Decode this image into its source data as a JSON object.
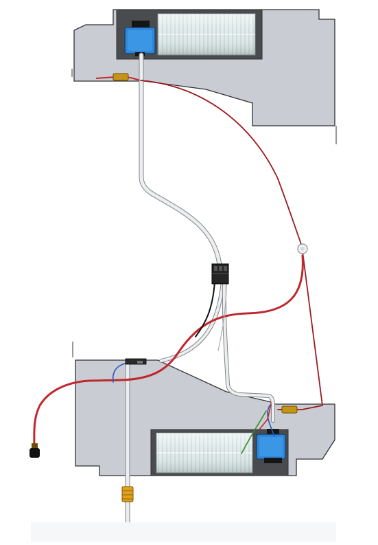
{
  "colors": {
    "housing": "#c9ccd2",
    "housing_stroke": "#2f3033",
    "motor_cavity": "#4a4b4e",
    "blower": "#d9e6e6",
    "motor": "#2f86d6",
    "wire_red": "#c0272d",
    "wire_dark_red": "#9b1b1f",
    "wire_black": "#111111",
    "wire_blue": "#2a55c4",
    "wire_green": "#2e8b2e",
    "tube": "#e9ebee",
    "fuse": "#c69417",
    "connector": "#252525",
    "terminal": "#c98a10"
  },
  "components": [
    {
      "name": "upper-fan-assembly",
      "icon": "blower-fan-icon"
    },
    {
      "name": "lower-fan-assembly",
      "icon": "blower-fan-icon"
    },
    {
      "name": "inline-connector",
      "icon": "connector-icon"
    },
    {
      "name": "thermal-fuse",
      "icon": "fuse-icon"
    },
    {
      "name": "power-lead",
      "icon": "plug-icon"
    }
  ]
}
